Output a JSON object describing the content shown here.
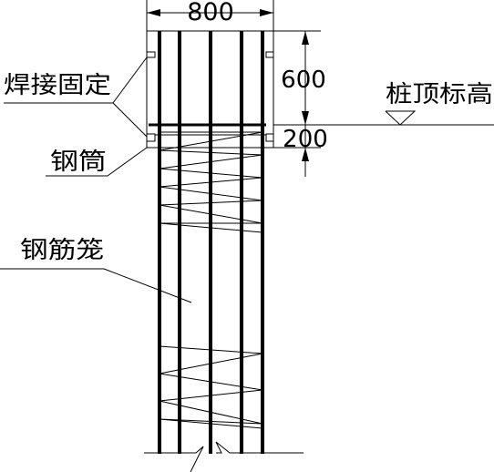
{
  "labels": {
    "weld_fix": "焊接固定",
    "steel_tube": "钢筒",
    "pile_top_elevation": "桩顶标高",
    "rebar_cage": "钢筋笼"
  },
  "dimensions": {
    "width": "800",
    "upper_height": "600",
    "lower_height": "200"
  }
}
